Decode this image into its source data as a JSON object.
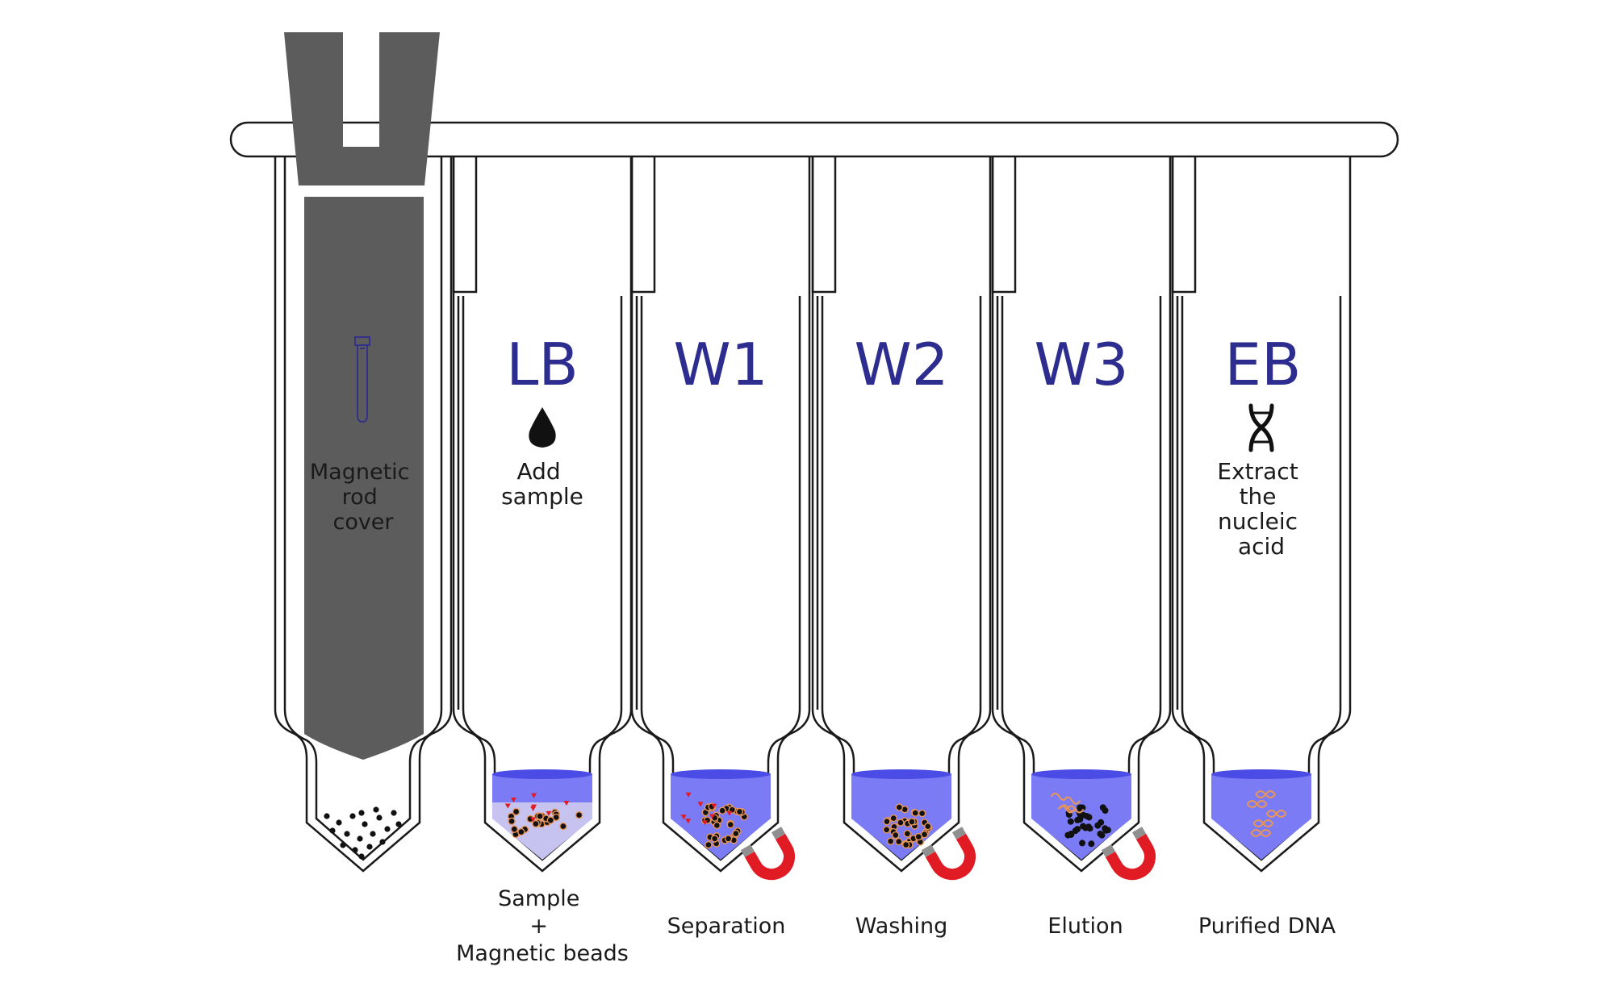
{
  "colors": {
    "tube_outline": "#1a1a1a",
    "rod": "#5c5c5d",
    "liquid": "#7b7bf5",
    "liquid_top": "#4b4be6",
    "code_text": "#2d2d8f",
    "magnet": "#e01b24",
    "bead": "#111111",
    "dna": "#e8955a",
    "impurity": "#e01b24"
  },
  "rod_tube": {
    "label": [
      "Magnetic",
      "rod",
      "cover"
    ],
    "icon": "test-tube-icon"
  },
  "tubes": [
    {
      "code": "LB",
      "icon": "droplet-icon",
      "desc": [
        "Add",
        "sample"
      ],
      "caption": [
        "Sample",
        "+",
        "Magnetic beads"
      ],
      "magnet": false
    },
    {
      "code": "W1",
      "icon": "",
      "desc": [],
      "caption": [
        "Separation"
      ],
      "magnet": true
    },
    {
      "code": "W2",
      "icon": "",
      "desc": [],
      "caption": [
        "Washing"
      ],
      "magnet": true
    },
    {
      "code": "W3",
      "icon": "",
      "desc": [],
      "caption": [
        "Elution"
      ],
      "magnet": true
    },
    {
      "code": "EB",
      "icon": "dna-icon",
      "desc": [
        "Extract",
        "the",
        "nucleic",
        "acid"
      ],
      "caption": [
        "Purified DNA"
      ],
      "magnet": false
    }
  ]
}
